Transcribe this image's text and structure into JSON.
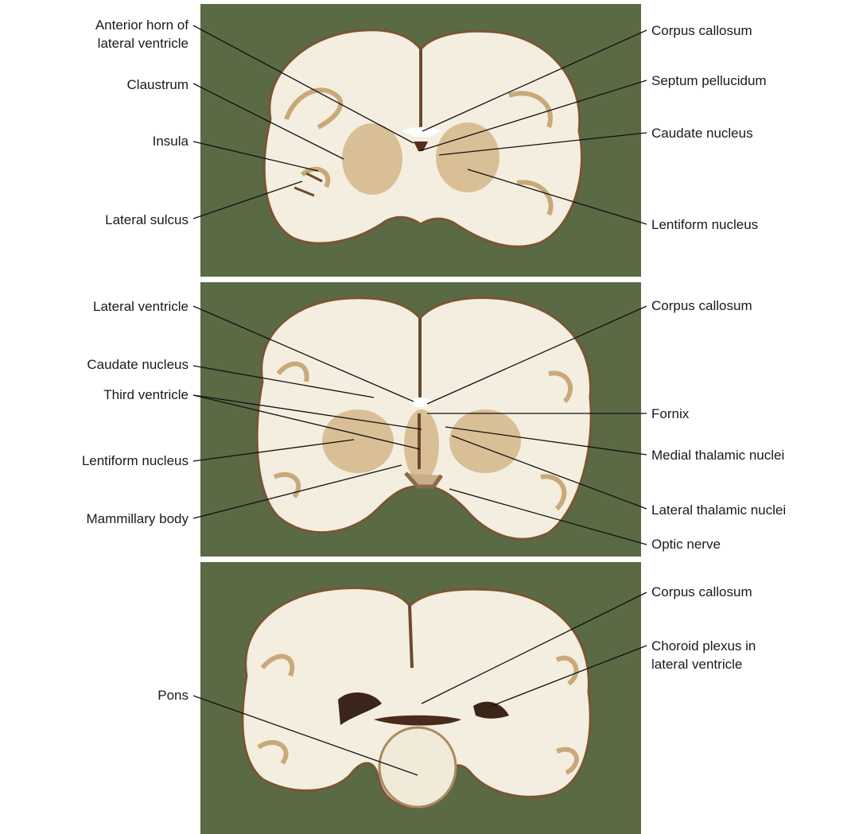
{
  "colors": {
    "panel_background": "#5a6a45",
    "white_matter": "#f4eee0",
    "gray_matter": "#d9bf95",
    "sulcus_dark": "#6b4a2c",
    "leader_line": "#111111"
  },
  "panels": [
    {
      "id": "section-1",
      "labels_left": [
        "Anterior horn of\nlateral ventricle",
        "Claustrum",
        "Insula",
        "Lateral sulcus"
      ],
      "labels_right": [
        "Corpus callosum",
        "Septum pellucidum",
        "Caudate nucleus",
        "Lentiform nucleus"
      ]
    },
    {
      "id": "section-2",
      "labels_left": [
        "Lateral ventricle",
        "Caudate nucleus",
        "Third ventricle",
        "Lentiform nucleus",
        "Mammillary body"
      ],
      "labels_right": [
        "Corpus callosum",
        "Fornix",
        "Medial thalamic nuclei",
        "Lateral thalamic nuclei",
        "Optic nerve"
      ]
    },
    {
      "id": "section-3",
      "labels_left": [
        "Pons"
      ],
      "labels_right": [
        "Corpus callosum",
        "Choroid plexus in\nlateral ventricle"
      ]
    }
  ]
}
